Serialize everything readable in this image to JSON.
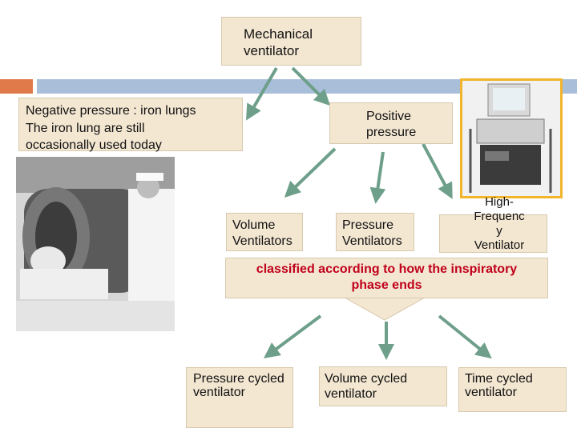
{
  "nodes": {
    "root": "Mechanical\nventilator",
    "negative": "Negative pressure : iron lungs\nThe iron lung are still\noccasionally used today",
    "positive": "Positive\npressure",
    "volume": "Volume\nVentilators",
    "pressure": "Pressure\nVentilators",
    "hf": "High-\nFrequenc\ny\nVentilator",
    "classified": "classified according to how the inspiratory\nphase ends",
    "pressure_cycled": "Pressure cycled\nventilator",
    "volume_cycled": "Volume cycled\nventilator",
    "time_cycled": "Time cycled\nventilator"
  },
  "images": {
    "iron_lung": "iron-lung-photo",
    "hf_ventilator": "high-frequency-ventilator-photo"
  },
  "colors": {
    "box_fill": "#f3e7d2",
    "arrow": "#6e9f8a",
    "bar_orange": "#e07a4a",
    "bar_blue": "#a9bfd9",
    "classified_text": "#c0001a",
    "photo_frame": "#f2b42a"
  }
}
